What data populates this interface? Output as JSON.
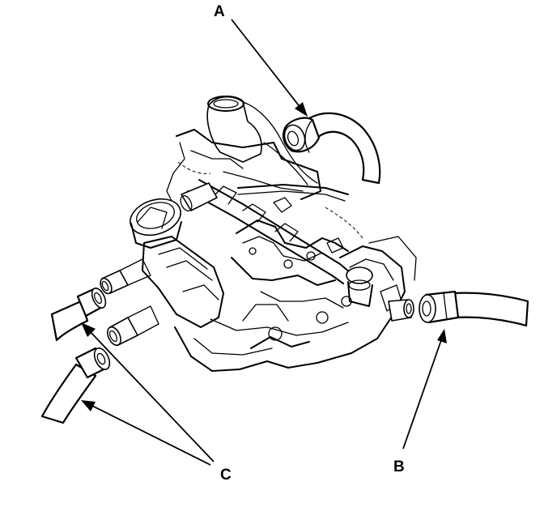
{
  "figure": {
    "callouts": {
      "a": "A",
      "b": "B",
      "c": "C"
    }
  }
}
